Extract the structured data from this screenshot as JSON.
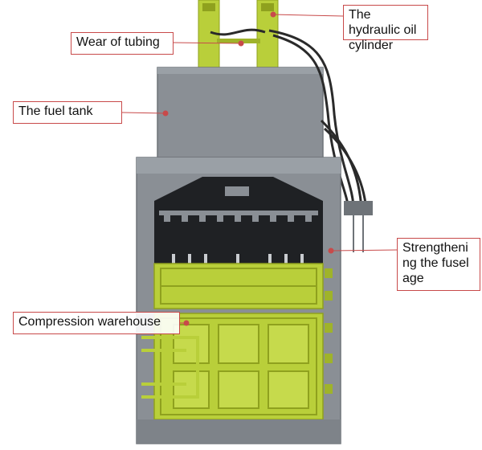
{
  "labels": {
    "hydraulic_cylinder": "The hydraulic oil cylinder",
    "tubing": "Wear of tubing",
    "fuel_tank": "The fuel tank",
    "fuselage": "Strengthening the fuselage",
    "warehouse": "Compression warehouse"
  },
  "colors": {
    "frame": "#8a8f95",
    "frame_dark": "#6e7378",
    "green": "#b9cf3a",
    "green_dark": "#8fa11e",
    "hose": "#2a2a2a",
    "leader": "#c84a4a"
  }
}
